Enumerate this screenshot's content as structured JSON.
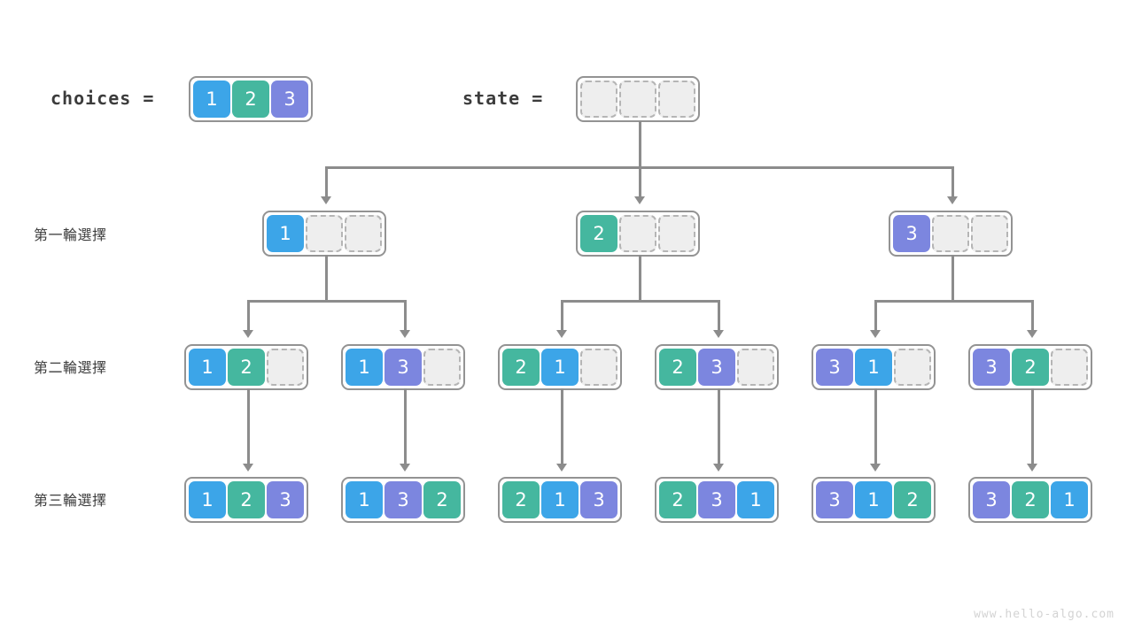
{
  "diagram": {
    "title_labels": {
      "choices": "choices =",
      "state": "state ="
    },
    "row_labels": [
      "第一輪選擇",
      "第二輪選擇",
      "第三輪選擇"
    ],
    "watermark": "www.hello-algo.com",
    "colors": {
      "value_1": "#3CA5E8",
      "value_2": "#45B79F",
      "value_3": "#7C86DF",
      "empty_cell_fill": "#eeeeee",
      "empty_cell_border": "#b5b5b5",
      "node_border": "#939393",
      "connector": "#8c8c8c",
      "text": "#3c3c3c",
      "watermark": "#d3d3d3",
      "background": "#ffffff"
    },
    "choices": {
      "cells": [
        "1",
        "2",
        "3"
      ]
    },
    "state": {
      "cells": [
        "",
        "",
        ""
      ]
    },
    "round1": [
      {
        "cells": [
          "1",
          "",
          ""
        ]
      },
      {
        "cells": [
          "2",
          "",
          ""
        ]
      },
      {
        "cells": [
          "3",
          "",
          ""
        ]
      }
    ],
    "round2": [
      {
        "cells": [
          "1",
          "2",
          ""
        ]
      },
      {
        "cells": [
          "1",
          "3",
          ""
        ]
      },
      {
        "cells": [
          "2",
          "1",
          ""
        ]
      },
      {
        "cells": [
          "2",
          "3",
          ""
        ]
      },
      {
        "cells": [
          "3",
          "1",
          ""
        ]
      },
      {
        "cells": [
          "3",
          "2",
          ""
        ]
      }
    ],
    "round3": [
      {
        "cells": [
          "1",
          "2",
          "3"
        ]
      },
      {
        "cells": [
          "1",
          "3",
          "2"
        ]
      },
      {
        "cells": [
          "2",
          "1",
          "3"
        ]
      },
      {
        "cells": [
          "2",
          "3",
          "1"
        ]
      },
      {
        "cells": [
          "3",
          "1",
          "2"
        ]
      },
      {
        "cells": [
          "3",
          "2",
          "1"
        ]
      }
    ]
  }
}
